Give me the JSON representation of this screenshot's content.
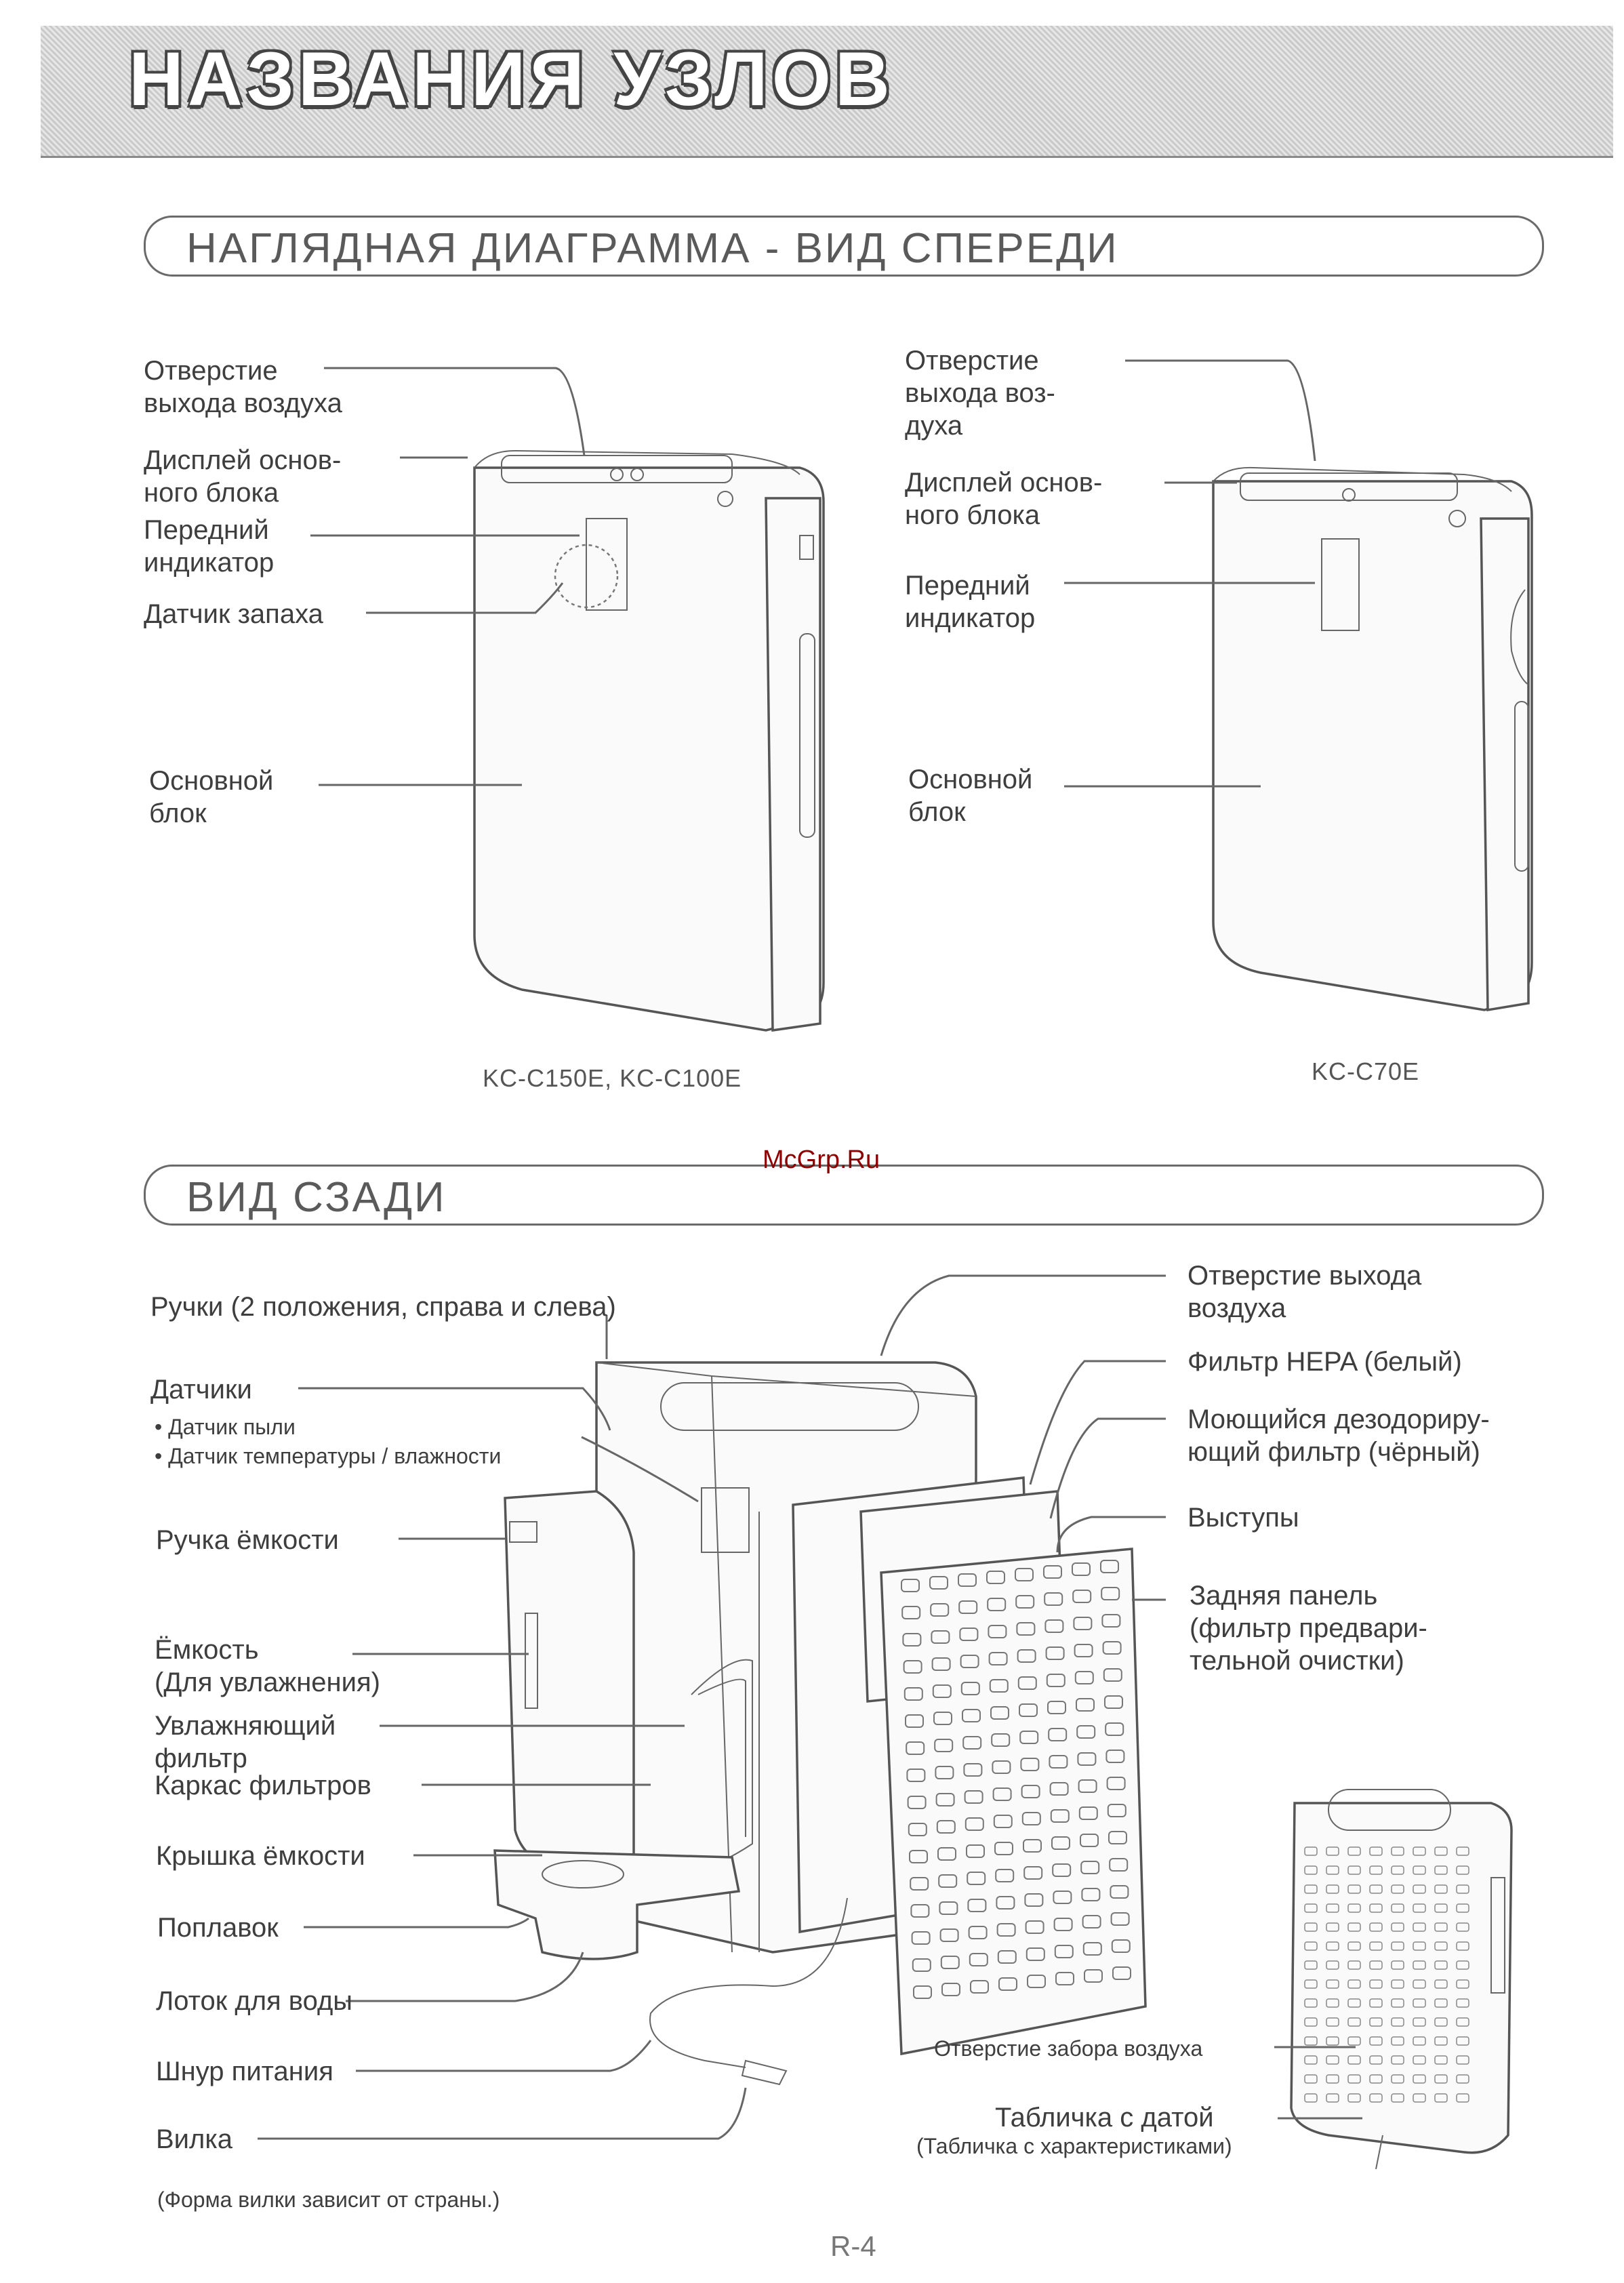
{
  "page_title": "НАЗВАНИЯ УЗЛОВ",
  "front_section": {
    "heading": "НАГЛЯДНАЯ ДИАГРАММА - ВИД СПЕРЕДИ",
    "left_model": {
      "labels": {
        "outlet": "Отверстие\nвыхода воздуха",
        "display": "Дисплей основ-\nного блока",
        "indicator": "Передний\nиндикатор",
        "odor_sensor": "Датчик запаха",
        "main_unit": "Основной\nблок"
      },
      "caption": "KC-C150E, KC-C100E"
    },
    "right_model": {
      "labels": {
        "outlet": "Отверстие\nвыхода воз-\nдуха",
        "display": "Дисплей основ-\nного блока",
        "indicator": "Передний\nиндикатор",
        "main_unit": "Основной\nблок"
      },
      "caption": "KC-C70E"
    }
  },
  "watermark": "McGrp.Ru",
  "rear_section": {
    "heading": "ВИД СЗАДИ",
    "left_labels": {
      "handles": "Ручки (2 положения, справа и слева)",
      "sensors": "Датчики",
      "sensor_dust": "• Датчик пыли",
      "sensor_temp": "• Датчик температуры / влажности",
      "tank_handle": "Ручка ёмкости",
      "tank": "Ёмкость\n(Для увлажнения)",
      "humid_filter": "Увлажняющий\nфильтр",
      "filter_frame": "Каркас фильтров",
      "tank_cap": "Крышка ёмкости",
      "float": "Поплавок",
      "water_tray": "Лоток для воды",
      "power_cord": "Шнур питания",
      "plug": "Вилка",
      "note": "(Форма вилки зависит от страны.)"
    },
    "right_labels": {
      "outlet": "Отверстие выхода\nвоздуха",
      "hepa": "Фильтр HEPA (белый)",
      "deodor": "Моющийся дезодориру-\nющий фильтр (чёрный)",
      "tabs": "Выступы",
      "rear_panel": "Задняя панель\n(фильтр предвари-\nтельной очистки)",
      "intake": "Отверстие забора воздуха",
      "date_plate": "Табличка с датой",
      "spec_plate": "(Табличка с характеристиками)"
    }
  },
  "page_number": "R-4"
}
